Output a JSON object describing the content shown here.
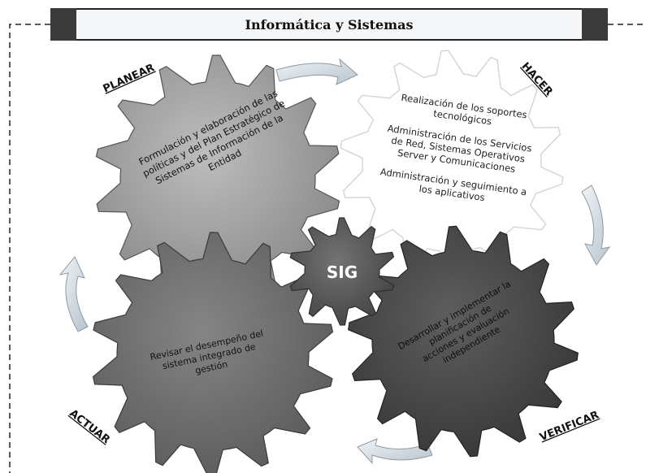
{
  "title": "Informática y Sistemas",
  "center_label": "SIG",
  "phases": {
    "plan": {
      "label": "PLANEAR",
      "text": [
        "Formulación y elaboración de las",
        "políticas y del Plan Estratégico de",
        "Sistemas de Información de la",
        "Entidad"
      ]
    },
    "do": {
      "label": "HACER",
      "items": [
        [
          "Realización de los soportes",
          "tecnológicos"
        ],
        [
          "Administración de los Servicios",
          "de Red, Sistemas Operativos",
          "Server y Comunicaciones"
        ],
        [
          "Administración y seguimiento a",
          "los aplicativos"
        ]
      ]
    },
    "check": {
      "label": "VERIFICAR",
      "text": [
        "Desarrollar y implementar la",
        "planificación de",
        "acciones y evaluación",
        "independiente"
      ]
    },
    "act": {
      "label": "ACTUAR",
      "text": [
        "Revisar el desempeño del",
        "sistema integrado de",
        "gestión"
      ]
    }
  },
  "colors": {
    "plan_gear": "#9a9a9a",
    "do_gear": "#ffffff",
    "check_gear": "#4a4a4a",
    "act_gear": "#6e6e6e",
    "center_gear": "#5c5c5c",
    "arrow": "#c9d3dc"
  }
}
